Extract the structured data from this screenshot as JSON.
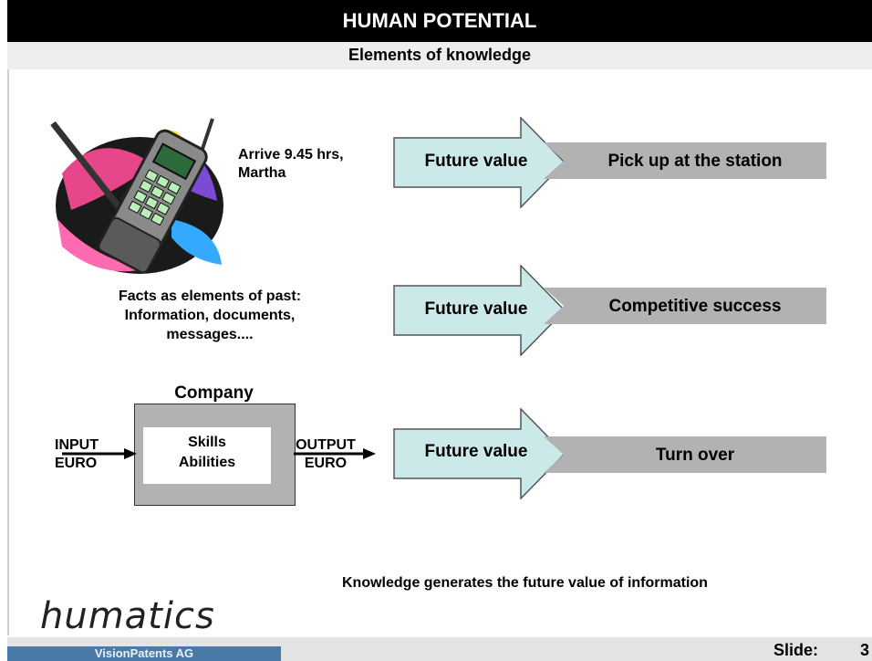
{
  "header": {
    "title": "HUMAN POTENTIAL",
    "subtitle": "Elements of knowledge"
  },
  "phone_note": {
    "line1": "Arrive 9.45 hrs,",
    "line2": "Martha"
  },
  "facts": {
    "line1": "Facts as elements of past:",
    "line2": "Information, documents,",
    "line3": "messages...."
  },
  "company": {
    "title": "Company",
    "skill1": "Skills",
    "skill2": "Abilities",
    "input1": "INPUT",
    "input2": "EURO",
    "output1": "OUTPUT",
    "output2": "EURO"
  },
  "rows": [
    {
      "arrow_label": "Future value",
      "result": "Pick up at the station"
    },
    {
      "arrow_label": "Future value",
      "result": "Competitive success"
    },
    {
      "arrow_label": "Future value",
      "result": "Turn over"
    }
  ],
  "conclusion": "Knowledge generates the future value of information",
  "footer": {
    "logo": "humatics",
    "company": "VisionPatents AG",
    "slide_label": "Slide:",
    "slide_number": "3"
  },
  "colors": {
    "arrow_fill": "#cce9ea",
    "result_fill": "#b2b2b2",
    "box_fill": "#b2b2b2",
    "footer_blue": "#4a7aa8"
  }
}
